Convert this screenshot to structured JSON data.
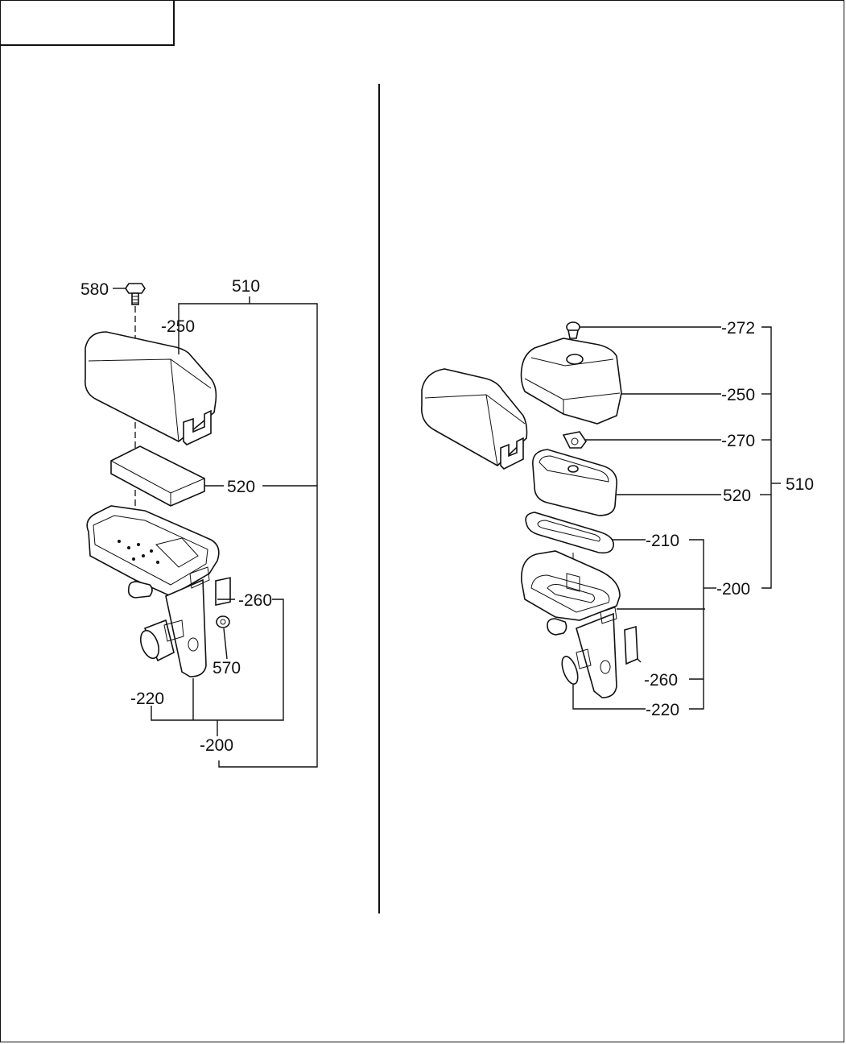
{
  "header": {
    "corner_box_text": ""
  },
  "left_diagram": {
    "labels": {
      "p580": "580",
      "p510": "510",
      "p250": "-250",
      "p520": "520",
      "p260": "-260",
      "p570": "570",
      "p220": "-220",
      "p200": "-200"
    }
  },
  "right_diagram": {
    "labels": {
      "p272": "-272",
      "p250": "-250",
      "p270": "-270",
      "p510": "510",
      "p520": "520",
      "p210": "-210",
      "p200": "-200",
      "p260": "-260",
      "p220": "-220"
    }
  }
}
